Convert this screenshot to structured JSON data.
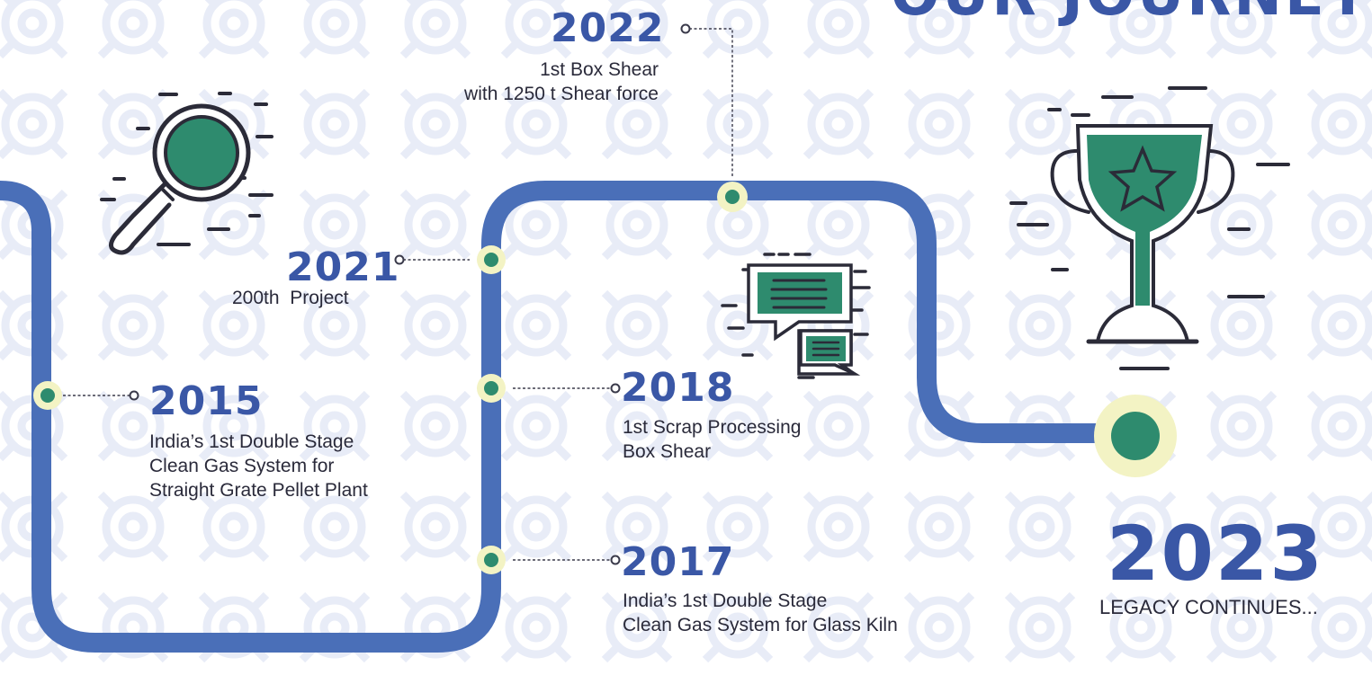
{
  "header": {
    "title_fragment": "OUR JOURNEY"
  },
  "milestones": [
    {
      "year": "2015",
      "text": "India’s 1st Double Stage\nClean Gas System for\nStraight Grate Pellet Plant"
    },
    {
      "year": "2017",
      "text": "India’s 1st Double Stage\nClean Gas System for Glass Kiln"
    },
    {
      "year": "2018",
      "text": "1st Scrap Processing\nBox Shear"
    },
    {
      "year": "2021",
      "text": "200th  Project"
    },
    {
      "year": "2022",
      "text": "1st Box Shear\nwith 1250 t Shear force"
    },
    {
      "year": "2023",
      "text": "LEGACY CONTINUES..."
    }
  ],
  "colors": {
    "path": "#4a6fb8",
    "year": "#3a57a6",
    "node": "#2e8b6e",
    "halo": "#f3f3c4",
    "bg_pattern": "#e8ecf7"
  },
  "icons": [
    "magnifier-icon",
    "chat-bubbles-icon",
    "trophy-icon"
  ]
}
